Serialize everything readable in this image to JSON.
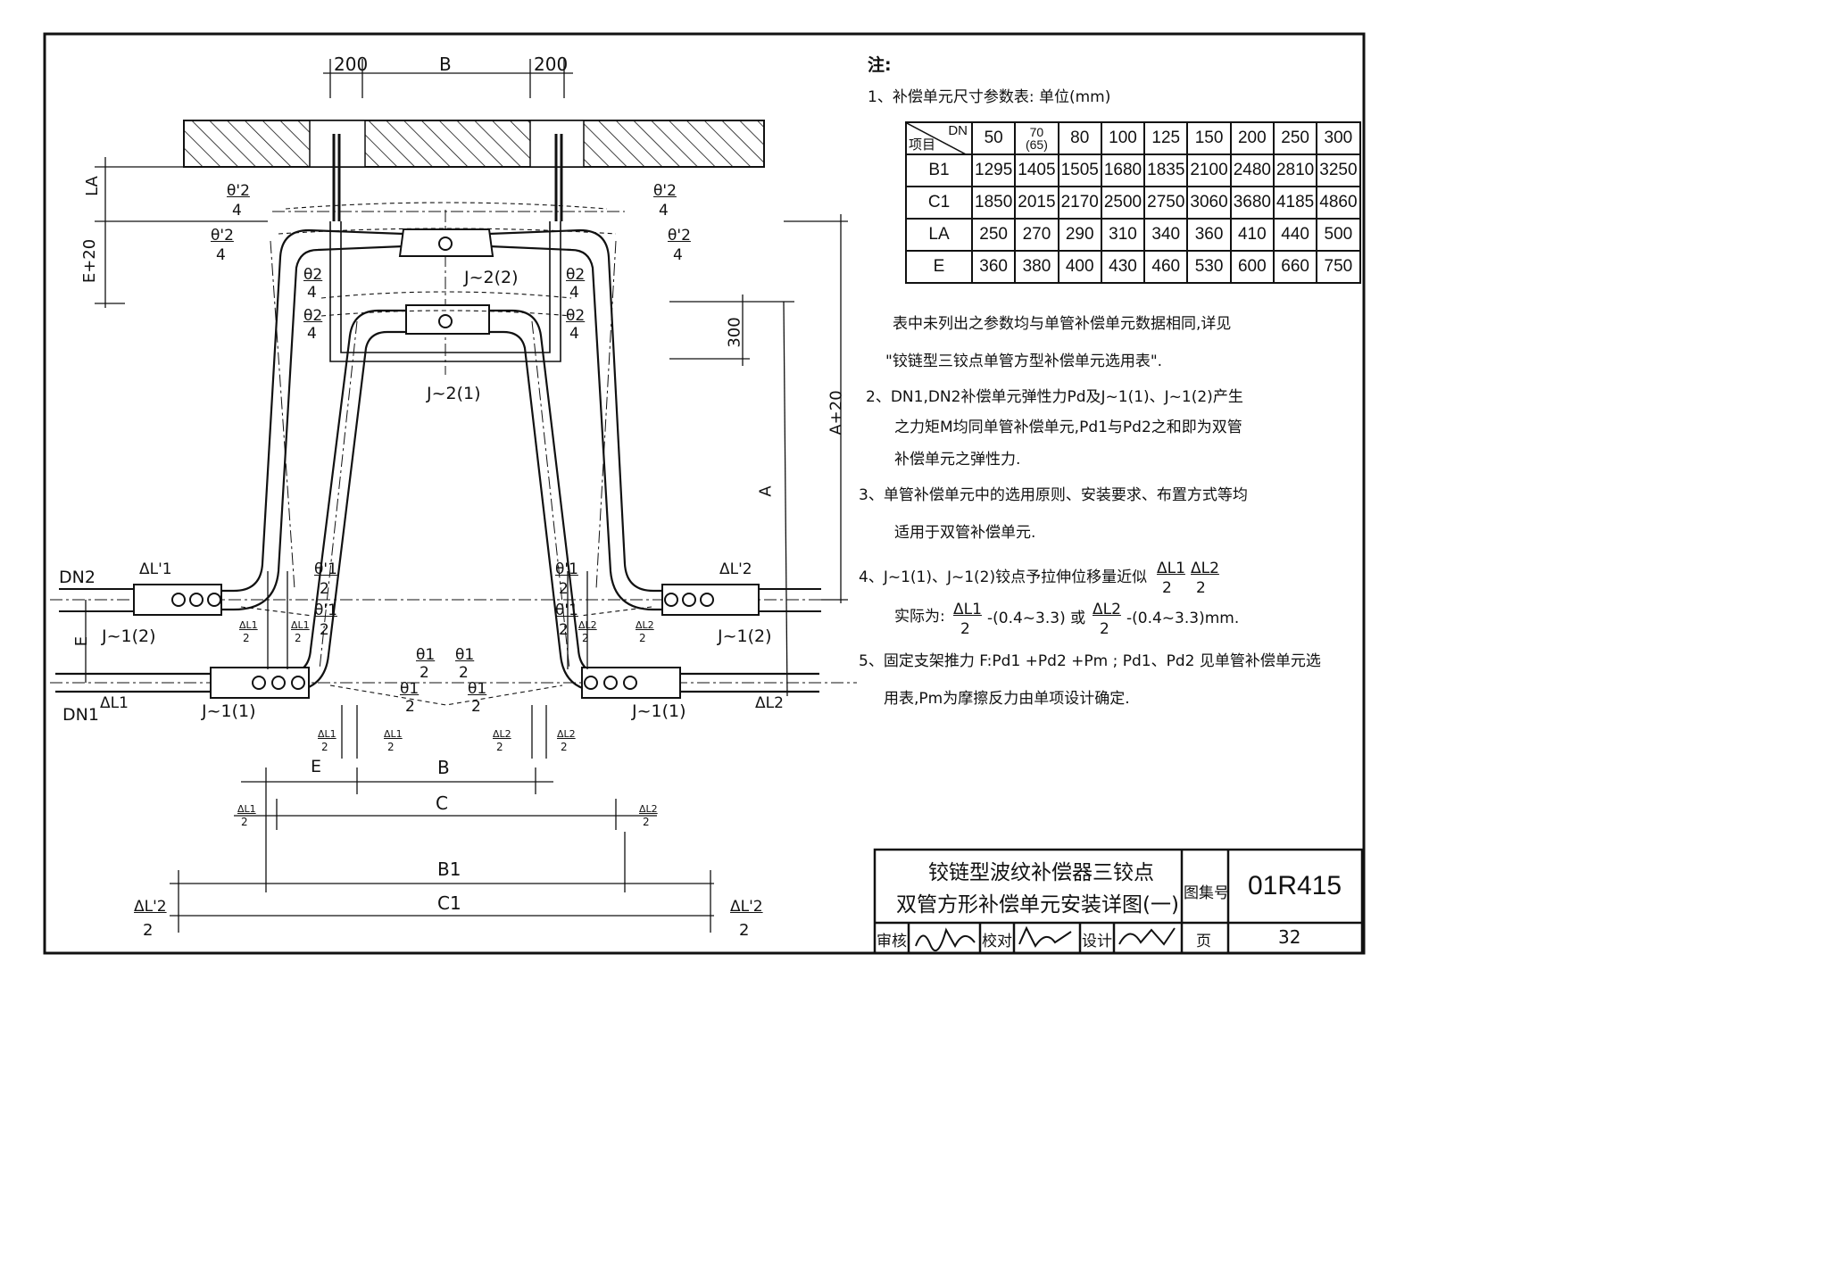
{
  "drawing": {
    "dims": {
      "w200_left": "200",
      "b_top": "B",
      "w200_right": "200",
      "la": "LA",
      "e20": "E+20",
      "d300": "300",
      "a20": "A+20",
      "a": "A",
      "e_left": "E",
      "e_bottom": "E",
      "b_bottom": "B",
      "c": "C",
      "b1": "B1",
      "c1": "C1"
    },
    "joints": {
      "j22": "J~2(2)",
      "j21": "J~2(1)",
      "j12_left": "J~1(2)",
      "j12_right": "J~1(2)",
      "j11_left": "J~1(1)",
      "j11_right": "J~1(1)"
    },
    "pipes": {
      "dn2": "DN2",
      "dn1": "DN1"
    },
    "angles": {
      "theta2p": "θ'2",
      "theta2": "θ2",
      "theta1p": "θ'1",
      "theta1": "θ1",
      "four": "4",
      "two": "2"
    },
    "deltas": {
      "dl1p": "ΔL'1",
      "dl2p": "ΔL'2",
      "dl1": "ΔL1",
      "dl2": "ΔL2",
      "dl1s": "ΔL1",
      "dl2s": "ΔL2",
      "two": "2"
    }
  },
  "notes": {
    "heading": "注:",
    "n1": "1、补偿单元尺寸参数表: 单位(mm)",
    "table": {
      "corner_dn": "DN",
      "corner_item": "项目",
      "headers": [
        "50",
        "70",
        "(65)",
        "80",
        "100",
        "125",
        "150",
        "200",
        "250",
        "300"
      ],
      "rows": [
        {
          "label": "B1",
          "values": [
            "1295",
            "1405",
            "1505",
            "1680",
            "1835",
            "2100",
            "2480",
            "2810",
            "3250"
          ]
        },
        {
          "label": "C1",
          "values": [
            "1850",
            "2015",
            "2170",
            "2500",
            "2750",
            "3060",
            "3680",
            "4185",
            "4860"
          ]
        },
        {
          "label": "LA",
          "values": [
            "250",
            "270",
            "290",
            "310",
            "340",
            "360",
            "410",
            "440",
            "500"
          ]
        },
        {
          "label": "E",
          "values": [
            "360",
            "380",
            "400",
            "430",
            "460",
            "530",
            "600",
            "660",
            "750"
          ]
        }
      ]
    },
    "n1_a": "表中未列出之参数均与单管补偿单元数据相同,详见",
    "n1_b": "\"铰链型三铰点单管方型补偿单元选用表\".",
    "n2_a": "2、DN1,DN2补偿单元弹性力Pd及J~1(1)、J~1(2)产生",
    "n2_b": "之力矩M均同单管补偿单元,Pd1与Pd2之和即为双管",
    "n2_c": "补偿单元之弹性力.",
    "n3_a": "3、单管补偿单元中的选用原则、安装要求、布置方式等均",
    "n3_b": "适用于双管补偿单元.",
    "n4_a": "4、J~1(1)、J~1(2)铰点予拉伸位移量近似",
    "n4_frac1": "ΔL1",
    "n4_frac2": "ΔL2",
    "n4_den": "2",
    "n4_b": "实际为:",
    "n4_c": "-(0.4~3.3) 或",
    "n4_d": "-(0.4~3.3)mm.",
    "n5_a": "5、固定支架推力 F:Pd1 +Pd2 +Pm ; Pd1、Pd2 见单管补偿单元选",
    "n5_b": "用表,Pm为摩擦反力由单项设计确定."
  },
  "title_block": {
    "title_line1": "铰链型波纹补偿器三铰点",
    "title_line2": "双管方形补偿单元安装详图(一)",
    "atlas_label": "图集号",
    "atlas_no": "01R415",
    "review": "审核",
    "check": "校对",
    "design": "设计",
    "page_label": "页",
    "page_no": "32"
  }
}
